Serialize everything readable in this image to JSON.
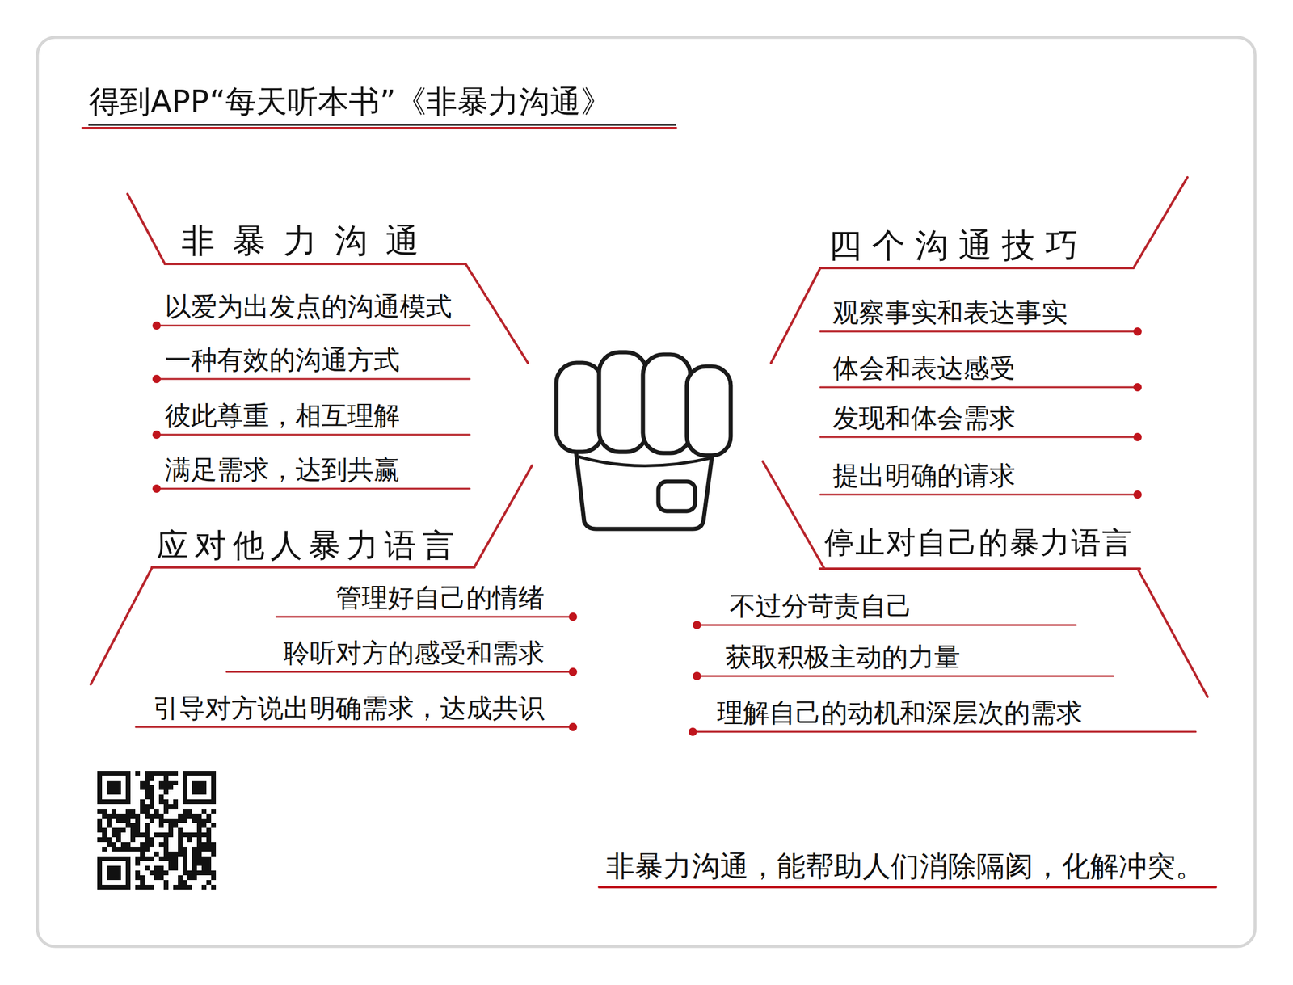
{
  "diagram": {
    "title": "得到APP“每天听本书”《非暴力沟通》",
    "caption": "非暴力沟通，能帮助人们消除隔阂，化解冲突。",
    "nodes": [
      {
        "text": [
          "非暴力沟通",
          "以爱为出发点的沟通模式",
          "一种有效的沟通方式",
          "彼此尊重，相互理解",
          "满足需求，达到共赢"
        ]
      },
      {
        "text": [
          "四个沟通技巧",
          "观察事实和表达事实",
          "体会和表达感受",
          "发现和体会需求",
          "提出明确的请求"
        ]
      },
      {
        "text": [
          "应对他人暴力语言",
          "管理好自己的情绪",
          "聆听对方的感受和需求",
          "引导对方说出明确需求，达成共识"
        ]
      },
      {
        "text": [
          "停止对自己的暴力语言",
          "不过分苛责自己",
          "获取积极主动的力量",
          "理解自己的动机和深层次的需求"
        ]
      }
    ]
  }
}
